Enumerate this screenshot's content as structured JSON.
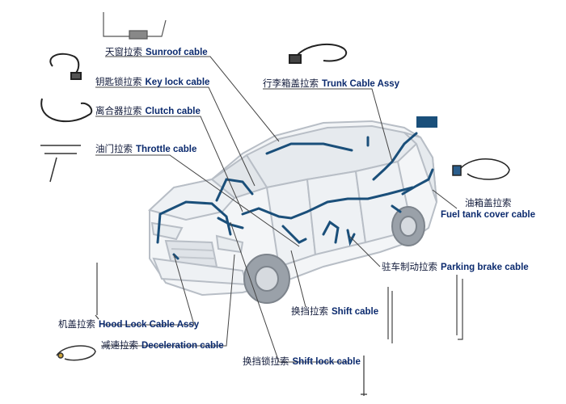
{
  "labels": [
    {
      "id": "sunroof",
      "cn": "天窗拉索",
      "en": "Sunroof cable"
    },
    {
      "id": "keylock",
      "cn": "钥匙锁拉索",
      "en": "Key lock cable"
    },
    {
      "id": "clutch",
      "cn": "离合器拉索",
      "en": "Clutch cable"
    },
    {
      "id": "throttle",
      "cn": "油门拉索",
      "en": "Throttle cable"
    },
    {
      "id": "trunk",
      "cn": "行李箱盖拉索",
      "en": "Trunk Cable Assy"
    },
    {
      "id": "fueltank_cn",
      "cn": "油箱盖拉索",
      "en": ""
    },
    {
      "id": "fueltank_en",
      "cn": "",
      "en": "Fuel tank cover cable"
    },
    {
      "id": "parking",
      "cn": "驻车制动拉索",
      "en": "Parking brake cable"
    },
    {
      "id": "shift",
      "cn": "换挡拉索",
      "en": "Shift cable"
    },
    {
      "id": "hood",
      "cn": "机盖拉索",
      "en": "Hood Lock Cable Assy"
    },
    {
      "id": "decel",
      "cn": "减速拉索",
      "en": "Deceleration cable"
    },
    {
      "id": "shiftlock",
      "cn": "换挡锁拉索",
      "en": "Shift lock cable"
    }
  ],
  "colors": {
    "label": "#0b2a6e",
    "cable": "#1a4f7a",
    "car": "#c9ced4",
    "leader": "#444444"
  }
}
